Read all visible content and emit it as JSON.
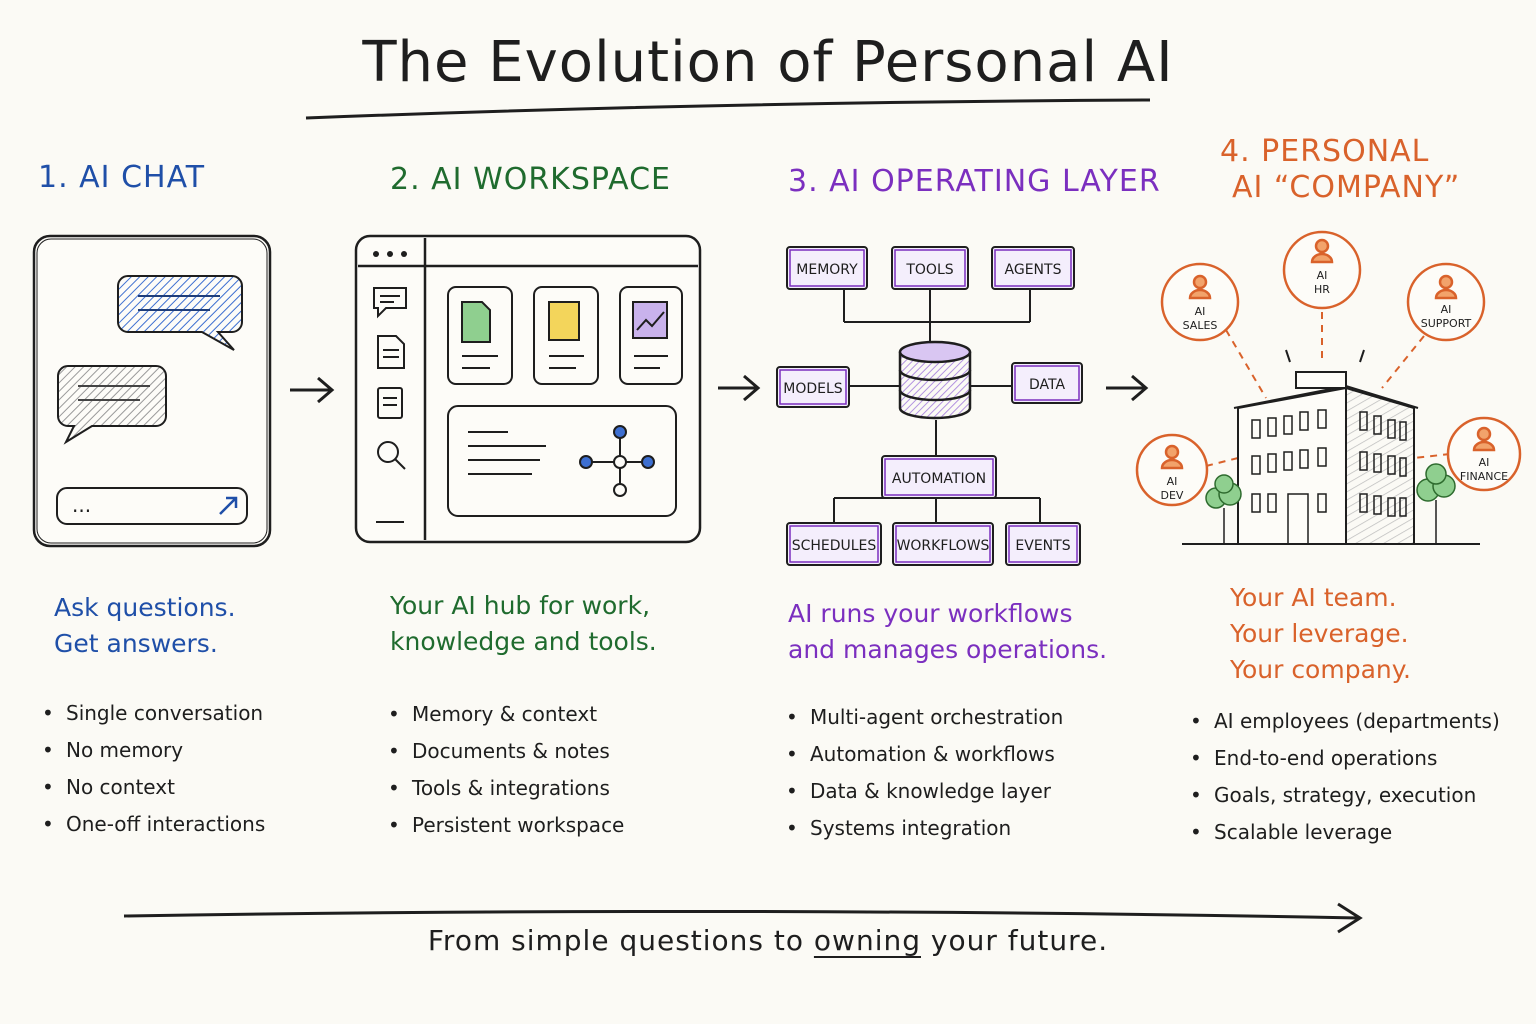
{
  "title": "The Evolution of Personal AI",
  "colors": {
    "stage1": "#1f4fa8",
    "stage2": "#1f6b2e",
    "stage3": "#7b2fbf",
    "stage4": "#d9622b",
    "ink": "#1e1e1e"
  },
  "stages": [
    {
      "title": "1. AI CHAT",
      "tagline": [
        "Ask questions.",
        "Get answers."
      ],
      "bullets": [
        "Single conversation",
        "No memory",
        "No context",
        "One-off interactions"
      ],
      "illustration": {
        "input_placeholder": "..."
      }
    },
    {
      "title": "2. AI WORKSPACE",
      "tagline": [
        "Your AI hub for work,",
        "knowledge and tools."
      ],
      "bullets": [
        "Memory & context",
        "Documents & notes",
        "Tools & integrations",
        "Persistent workspace"
      ]
    },
    {
      "title": "3. AI OPERATING LAYER",
      "tagline": [
        "AI runs your workflows",
        "and manages operations."
      ],
      "bullets": [
        "Multi-agent orchestration",
        "Automation & workflows",
        "Data & knowledge layer",
        "Systems integration"
      ],
      "nodes": {
        "memory": "MEMORY",
        "tools": "TOOLS",
        "agents": "AGENTS",
        "models": "MODELS",
        "data": "DATA",
        "automation": "AUTOMATION",
        "schedules": "SCHEDULES",
        "workflows": "WORKFLOWS",
        "events": "EVENTS"
      }
    },
    {
      "title_lines": [
        "4. PERSONAL",
        "AI “COMPANY”"
      ],
      "tagline": [
        "Your AI team.",
        "Your leverage.",
        "Your company."
      ],
      "bullets": [
        "AI employees (departments)",
        "End-to-end operations",
        "Goals, strategy, execution",
        "Scalable leverage"
      ],
      "roles": {
        "hr": [
          "AI",
          "HR"
        ],
        "sales": [
          "AI",
          "SALES"
        ],
        "support": [
          "AI",
          "SUPPORT"
        ],
        "dev": [
          "AI",
          "DEV"
        ],
        "finance": [
          "AI",
          "FINANCE"
        ]
      }
    }
  ],
  "footer": {
    "before": "From simple questions to ",
    "emphasis": "owning",
    "after": " your future."
  }
}
